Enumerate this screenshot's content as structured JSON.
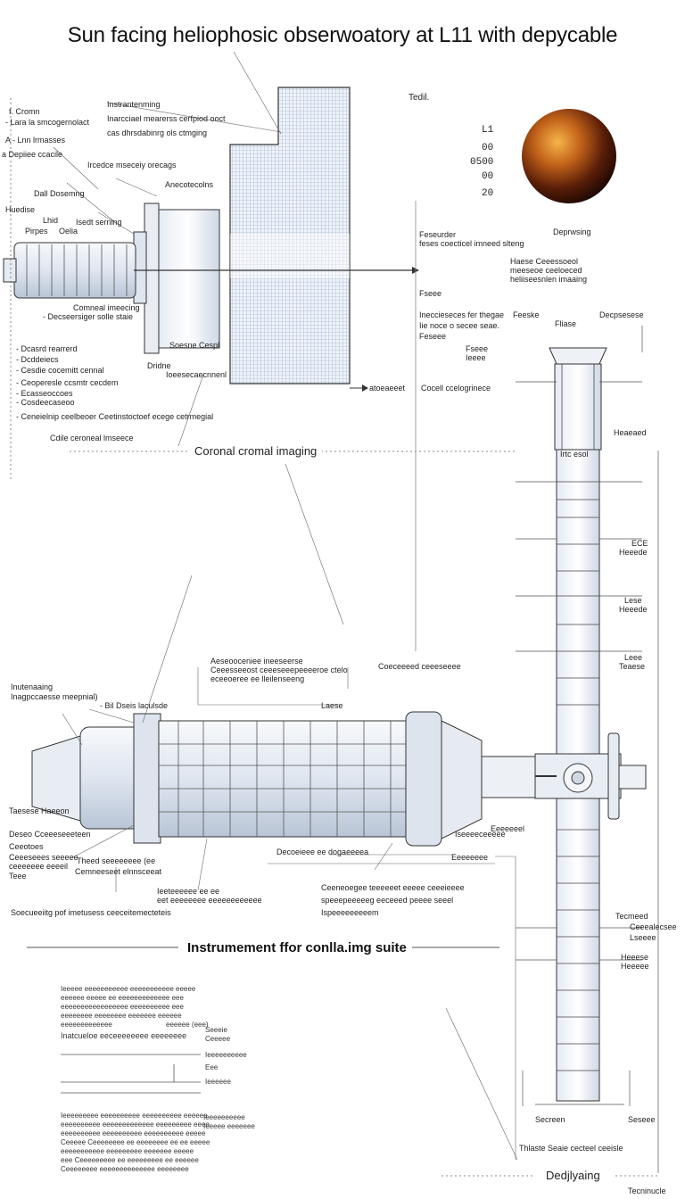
{
  "title": "Sun facing heliophosic obserwoatory at L11 with depycable",
  "sun_panel": {
    "header": "Tedil.",
    "readouts": [
      "L1",
      "00",
      "0500",
      "00",
      "20"
    ],
    "caption": "Deprwsing"
  },
  "sections": {
    "coronal": "Coronal cromal imaging",
    "instrument": "Instrumement ffor conlla.img suite",
    "deployment": "Dedjlyaing",
    "footer": "Tecninucle"
  },
  "top_left_labels": [
    "f. Cromn",
    "- Lara la smcogernolact",
    "A - Lnn lrmasses",
    "a Depiiee ccacile",
    "Dall Dosemng",
    "Huedise",
    "Lhid",
    "Pirpes",
    "Oelia",
    "Instrantenming",
    "Inarcciael mearerss cerfpiod ooct",
    "cas dhrsdabinrg ols ctmging",
    "Ircedce mseceiy orecags",
    "Anecotecolns",
    "Isedt serning",
    "Comneal imeecing",
    "- Decseersiger solle staie",
    "- Dcasrd rearrerd",
    "- Dcddeiecs",
    "- Cesdie cocemitt cennal",
    "- Ceoperesle ccsmtr cecdem",
    "- Ecasseoccoes",
    "- Cosdeecaseoo",
    "- Ceneielnip ceelbeoer Ceetinstoctoef ecege cetrmegial",
    "Cdile ceroneal lmseece",
    "Dridne",
    "Ioeesecaecnnenl",
    "Soesne Cespl"
  ],
  "mid_labels": [
    "Feseurder",
    "feses coecticel imneed slteng",
    "Haese Ceeessoeol",
    "meeseoe ceeloeced",
    "heliiseesnlen imaaing",
    "Fseee",
    "Ineccieseces fer thegae",
    "Iie noce o secee seae.",
    "Feseee",
    "Fseee",
    "Ieeee",
    "atoeaeeet",
    "Cocell ccelogrinece",
    "Feeske",
    "Fliase",
    "Decpsesese",
    "Irtc esol",
    "Heaeaed"
  ],
  "tower_labels": [
    "ECE",
    "Heeede",
    "Lese",
    "Heeede",
    "Leee",
    "Teaese",
    "Tecmeed",
    "Ceeealecsee",
    "Lseeee",
    "Heeese",
    "Heeeee",
    "Secreen",
    "Seseee",
    "Thlaste Seaie cecteel ceeisle"
  ],
  "bottom_labels": [
    "Inutenaaing",
    "Inagpccaesse meepnial)",
    "- Bil Dseis laculsde",
    "Aeseooceniee ineeseerse",
    "Ceeesseeost ceeeseeepeeeeroe ctelo",
    "eceeoeree ee lleilenseeng",
    "Coeceeeed ceeeseeee",
    "Laese",
    "Taesese Haeeon",
    "Deseo Cceeeseeeteen",
    "Ceeotoes",
    "Ceeeseees seeeee",
    "ceeeeeee eeeeil",
    "Teee",
    "Theed seeeeeeee (ee",
    "Cemneeseet elnnsceeat",
    "Ieeteeeeee ee ee",
    "eet eeeeeeee eeeeeeeeeeee",
    "Soecueeiitg pof imetusess ceeceitemecteteis",
    "Decoeieee ee dogaeeeea",
    "Iseeeeceeeee",
    "Ceeneoegee teeeeeet eeeee ceeeieeee",
    "speeepeeeeeg eeceeed peeee seeel",
    "Ispeeeeeeeeem",
    "Eeeeeeel",
    "Eeeeeeee"
  ],
  "notes_block": {
    "para1": [
      "Ieeeee eeeeeeeeeee eeeeeeeeeee eeeee",
      "eeeeee eeeee ee eeeeeeeeeeeee eee",
      "eeeeeeeeeeeeeeeee eeeeeeeeee eee",
      "eeeeeeee eeeeeeee eeeeeee eeeeee",
      "eeeeeeeeeeeee",
      "eeeeee (eee)"
    ],
    "row_label": "Inatcueloe eeceeeeeeee eeeeeeee",
    "side": [
      "Seeeie",
      "Ceeeee",
      "Ieeeeeeeeee",
      "Eee",
      "Ieeeeee"
    ],
    "para2": [
      "Ieeeeeeeee eeeeeeeeee eeeeeeeeee eeeeee",
      "eeeeeeeeee eeeeeeeeeeeee eeeeeeeee eeee",
      "eeeeeeeeee eeeeeeeeee eeeeeeeeee eeeee",
      "Ceeeee Ceeeeeeee ee eeeeeeee ee ee eeeee",
      "eeeeeeeeeee eeeeeeeee eeeeeee eeeee",
      "eee Ceeeeeeeee ee eeeeeeeee ee eeeeee",
      "Ceeeeeeee eeeeeeeeeeeeee eeeeeeee"
    ],
    "side2": [
      "Ieeeeeeeeee",
      "Ieeeee eeeeeee"
    ]
  }
}
